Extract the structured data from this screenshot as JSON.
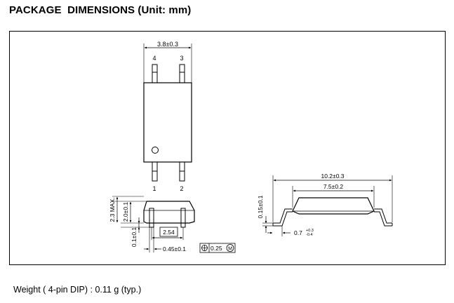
{
  "heading": "PACKAGE  DIMENSIONS (Unit: mm)",
  "weight_note": "Weight ( 4-pin DIP) : 0.11 g (typ.)",
  "top_view": {
    "width_dim": "3.8±0.3",
    "pin_4": "4",
    "pin_3": "3",
    "pin_1": "1",
    "pin_2": "2"
  },
  "front_view": {
    "max_height": "2.3 MAX.",
    "body_height": "2.0±0.1",
    "standoff": "0.1±0.1",
    "pitch": "2.54",
    "lead_width": "0.45±0.1",
    "tolerance_value": "0.25",
    "tolerance_modifier": "M"
  },
  "side_view": {
    "overall_length": "10.2±0.3",
    "body_length": "7.5±0.2",
    "lead_thickness": "0.15±0.1",
    "lead_length": "0.7",
    "lead_tol_plus": "+0.3",
    "lead_tol_minus": "-0.4"
  }
}
